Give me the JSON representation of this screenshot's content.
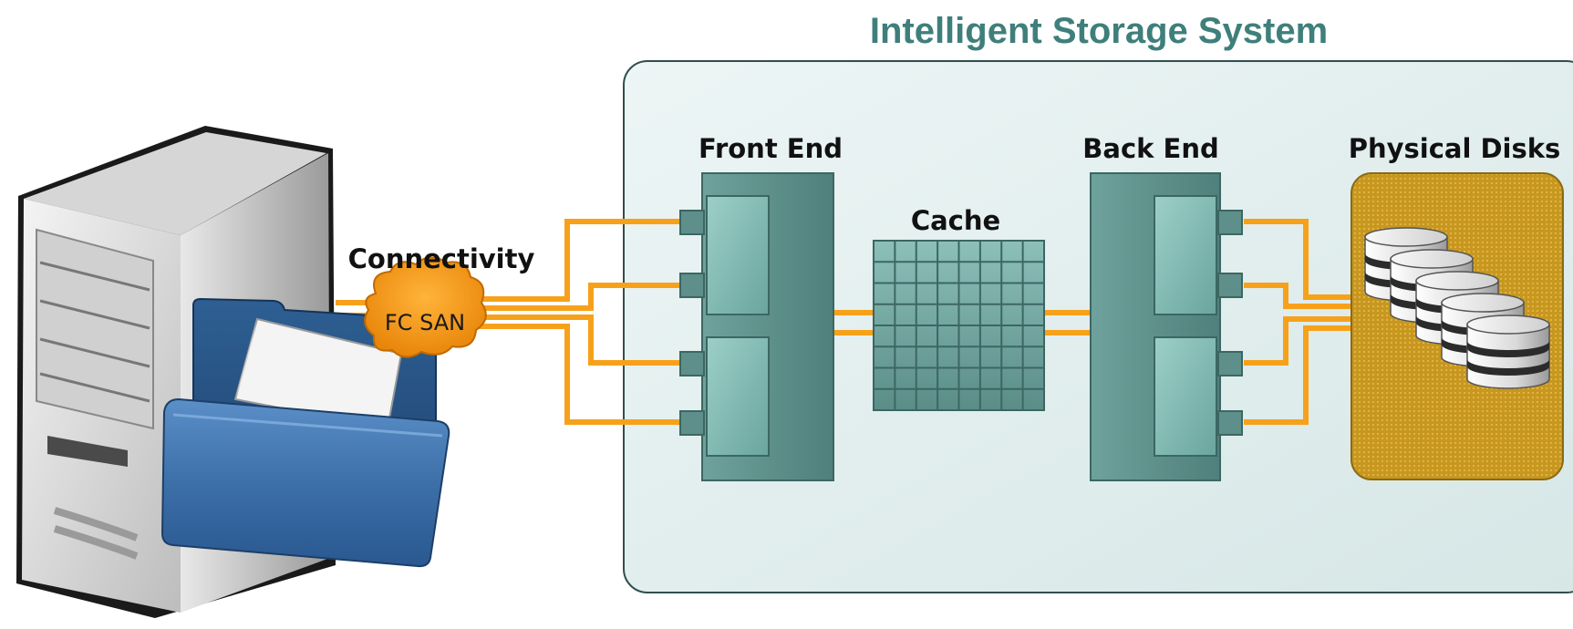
{
  "diagram": {
    "title": "Intelligent Storage System",
    "labels": {
      "connectivity": "Connectivity",
      "fc_san": "FC SAN",
      "front_end": "Front End",
      "cache": "Cache",
      "back_end": "Back End",
      "physical_disks": "Physical Disks"
    },
    "colors": {
      "title": "#3f7f7b",
      "wire": "#f7a11a",
      "cloud": "#f0920a",
      "box_bg": "#e3efef",
      "box_border": "#6a9a96",
      "controller": "#5e8f8a",
      "controller_light": "#86bbb5",
      "disk_panel": "#cf9f2c"
    },
    "icons": [
      "server-tower-icon",
      "folder-document-icon",
      "cloud-icon",
      "disk-stack-icon"
    ]
  }
}
